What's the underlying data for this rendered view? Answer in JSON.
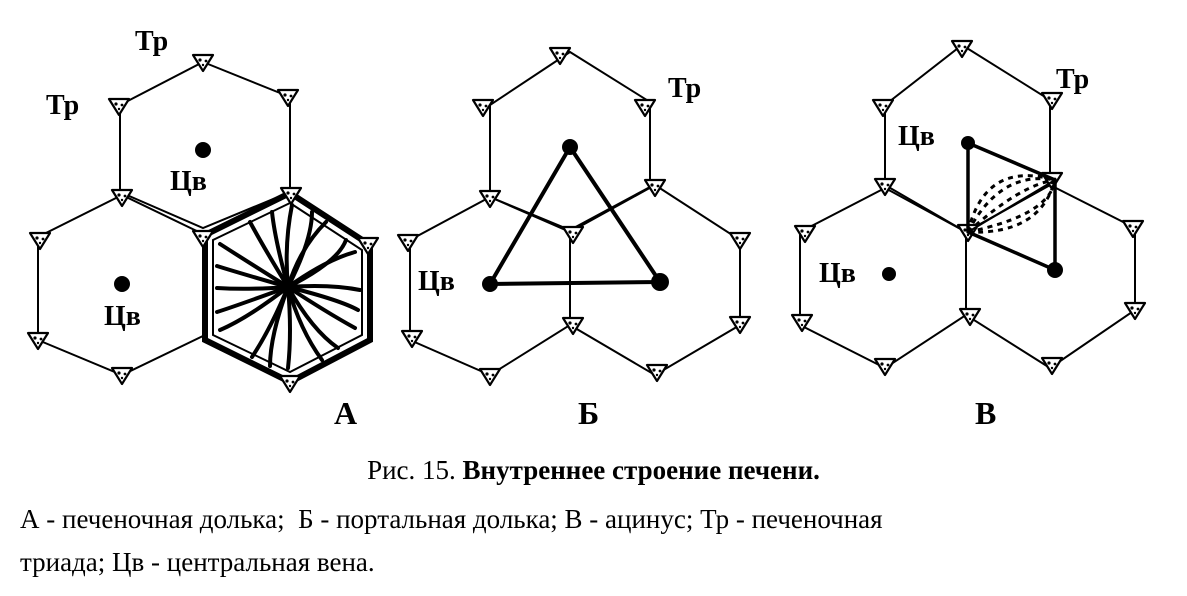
{
  "figure": {
    "panels": [
      {
        "letter": "А",
        "labels": {
          "triad_1": "Тр",
          "triad_2": "Тр",
          "vein_1": "Цв",
          "vein_2": "Цв"
        }
      },
      {
        "letter": "Б",
        "labels": {
          "triad": "Тр",
          "vein": "Цв"
        }
      },
      {
        "letter": "В",
        "labels": {
          "triad": "Тр",
          "vein_1": "Цв",
          "vein_2": "Цв"
        }
      }
    ]
  },
  "caption": {
    "number": "Рис. 15.",
    "title": "Внутреннее строение печени."
  },
  "legend": {
    "line1": "А - печеночная долька;  Б - портальная долька; В - ацинус; Тр - печеночная",
    "line2": "триада; Цв - центральная вена."
  }
}
